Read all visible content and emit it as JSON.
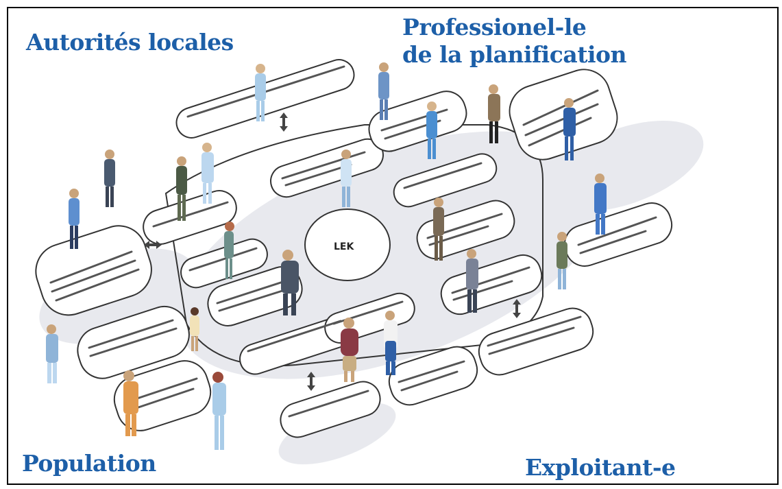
{
  "corners": {
    "top_left": "Autorités locales",
    "top_right_line1": "Professionel-le",
    "top_right_line2": "de la planification",
    "bottom_left": "Population",
    "bottom_right": "Exploitant-e"
  },
  "center_label": "LEK",
  "colors": {
    "corner_text": "#1d5fa8",
    "outline": "#333333",
    "shadow": "#c9ccd6"
  }
}
